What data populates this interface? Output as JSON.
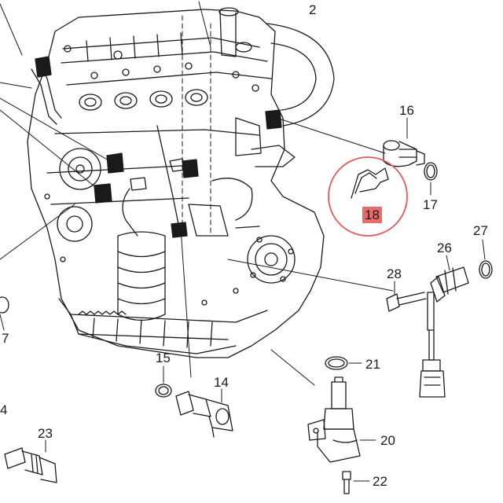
{
  "diagram": {
    "callouts": [
      {
        "id": "c2",
        "label": "2"
      },
      {
        "id": "c16",
        "label": "16"
      },
      {
        "id": "c17",
        "label": "17"
      },
      {
        "id": "c18",
        "label": "18",
        "highlighted": true
      },
      {
        "id": "c26",
        "label": "26"
      },
      {
        "id": "c27",
        "label": "27"
      },
      {
        "id": "c28",
        "label": "28"
      },
      {
        "id": "c21",
        "label": "21"
      },
      {
        "id": "c20",
        "label": "20"
      },
      {
        "id": "c22",
        "label": "22"
      },
      {
        "id": "c15",
        "label": "15"
      },
      {
        "id": "c14",
        "label": "14"
      },
      {
        "id": "c23",
        "label": "23"
      },
      {
        "id": "c7",
        "label": "7"
      },
      {
        "id": "c4",
        "label": "4"
      }
    ],
    "highlight_color": "#e86a6a",
    "line_color": "#1a1a1a"
  }
}
